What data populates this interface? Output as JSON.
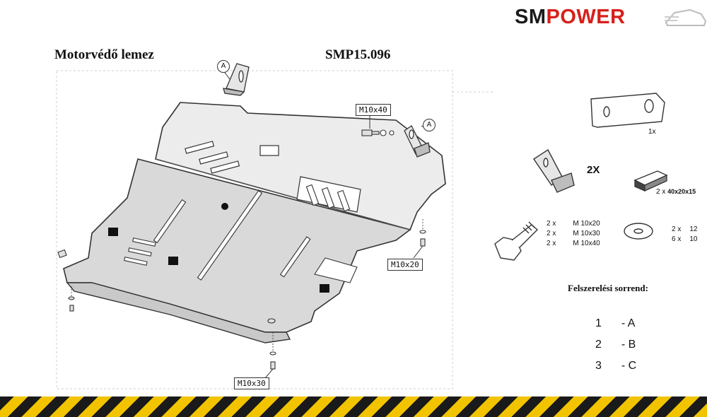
{
  "brand": {
    "sm": "SM",
    "power": "POWER"
  },
  "titles": {
    "product": "Motorvédő lemez",
    "code": "SMP15.096"
  },
  "callouts": {
    "a_top": "A",
    "a_right": "A",
    "m10x40": "M10x40",
    "m10x20": "M10x20",
    "m10x30": "M10x30"
  },
  "parts": {
    "plate_qty": "1x",
    "bracket_qty": "2X",
    "spacer_qty": "2 x",
    "spacer_size": "40x20x15",
    "bolts": [
      {
        "qty": "2 x",
        "size": "M 10x20"
      },
      {
        "qty": "2 x",
        "size": "M 10x30"
      },
      {
        "qty": "2 x",
        "size": "M 10x40"
      }
    ],
    "washers": [
      {
        "qty": "2 x",
        "size": "12"
      },
      {
        "qty": "6 x",
        "size": "10"
      }
    ]
  },
  "sequence": {
    "heading": "Felszerelési sorrend:",
    "steps": [
      {
        "num": "1",
        "label": "- A"
      },
      {
        "num": "2",
        "label": "- B"
      },
      {
        "num": "3",
        "label": "- C"
      }
    ]
  },
  "colors": {
    "brand_red": "#d6201c",
    "stripe_yellow": "#f2c400",
    "stripe_black": "#1a1a1a",
    "plate_fill": "#d9d9d9"
  }
}
